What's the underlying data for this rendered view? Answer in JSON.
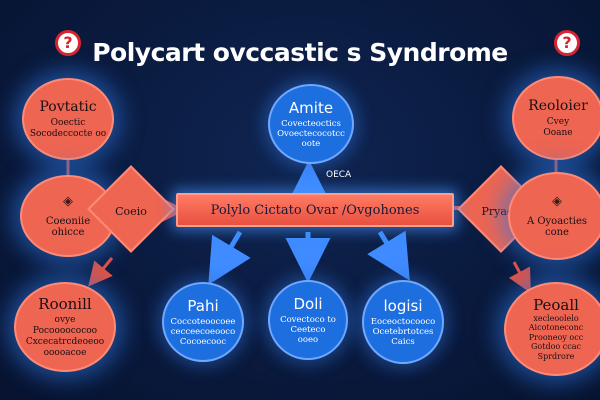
{
  "title": "Polycart ovccastic s Syndrome",
  "badges": {
    "left": "?",
    "right": "?"
  },
  "top_node": {
    "heading": "Amite",
    "lines": [
      "Covecteoctics",
      "Ovoectecocotcc",
      "oote"
    ]
  },
  "top_label": "OECA",
  "center_bar": "Polylo Cictato Ovar /Ovgohones",
  "left": {
    "top": {
      "heading": "Povtatic",
      "lines": [
        "Ooectic",
        "Socodeccocte oo"
      ]
    },
    "middle": {
      "heading": "",
      "lines": [
        "Coeoniie",
        "ohicce"
      ]
    },
    "diamond_label": "Coeio",
    "bottom": {
      "heading": "Roonill",
      "lines": [
        "ovye",
        "Pocoooococoo",
        "Cxcecatrcdeoeoo",
        "ooooacoe"
      ]
    }
  },
  "right": {
    "top": {
      "heading": "Reoloier",
      "lines": [
        "Cvey",
        "Ooane"
      ]
    },
    "middle": {
      "heading": "",
      "lines": [
        "A Oyoacties",
        "cone"
      ]
    },
    "diamond_label": "Pryaen",
    "bottom": {
      "heading": "Peoall",
      "lines": [
        "xecleoolelo",
        "Aicotoneconc",
        "Prooneoy occ",
        "Gotdoo ccac",
        "Sprdrore"
      ]
    }
  },
  "bottom_nodes": [
    {
      "heading": "Pahi",
      "lines": [
        "Coccoteoocoee",
        "cecceecoeooco",
        "Cocoecooc"
      ]
    },
    {
      "heading": "Doli",
      "lines": [
        "Covectoco to",
        "Ceeteco",
        "ooeo"
      ]
    },
    {
      "heading": "logisi",
      "lines": [
        "Eoceoctocooco",
        "Ocetebrtotces",
        "Caics"
      ]
    }
  ],
  "colors": {
    "background": "#0a1a3e",
    "red": "#ee6552",
    "blue": "#1d6fe0",
    "glow": "#2e74dc",
    "badge_red": "#d9242f"
  }
}
